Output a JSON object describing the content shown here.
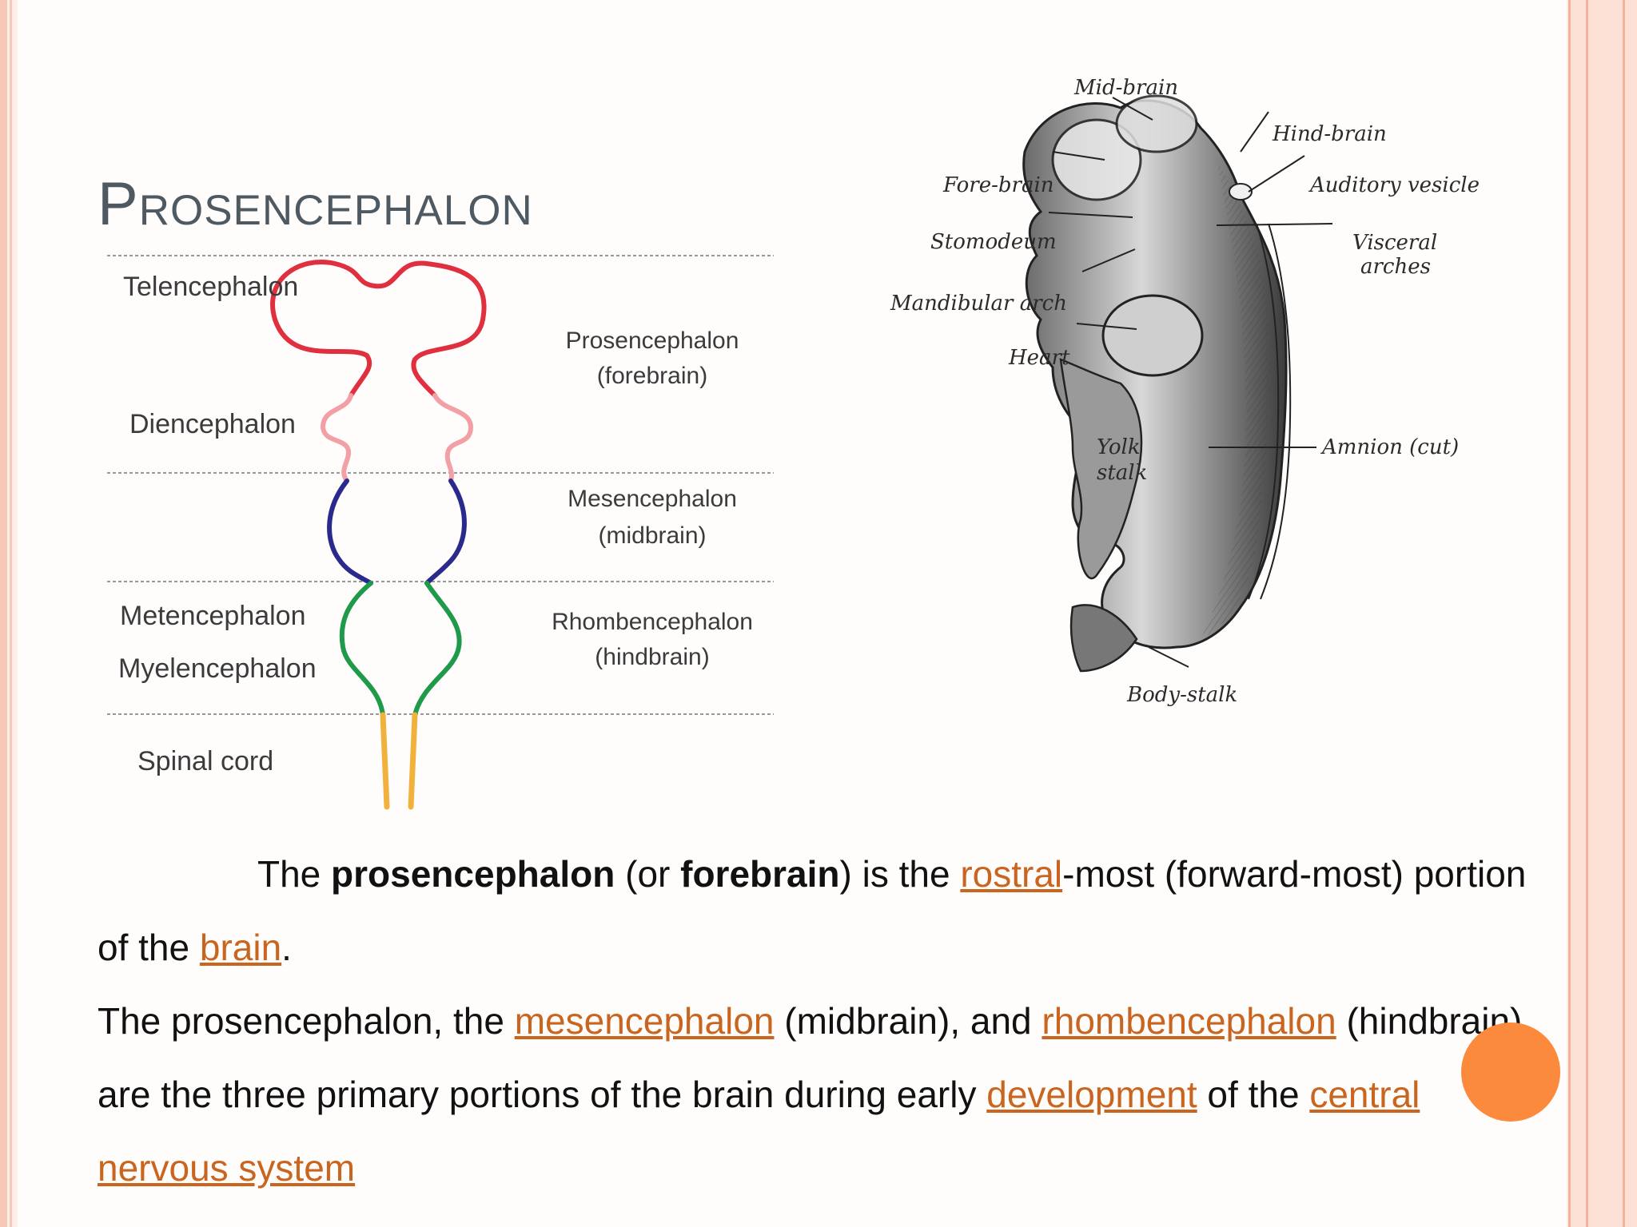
{
  "slide": {
    "title": "Prosencephalon",
    "accent_color": "#fb8a3c",
    "link_color": "#c9651e"
  },
  "diagram": {
    "left_labels": [
      "Telencephalon",
      "Diencephalon",
      "Metencephalon",
      "Myelencephalon",
      "Spinal cord"
    ],
    "right_labels": [
      {
        "name": "Prosencephalon",
        "sub": "(forebrain)"
      },
      {
        "name": "Mesencephalon",
        "sub": "(midbrain)"
      },
      {
        "name": "Rhombencephalon",
        "sub": "(hindbrain)"
      }
    ],
    "segment_colors": {
      "telencephalon": "#e0303f",
      "diencephalon": "#f2a0a6",
      "mesencephalon": "#2a2a8c",
      "rhombencephalon": "#1f9a4a",
      "spinal_cord": "#f0b23c"
    }
  },
  "embryo_labels": {
    "mid_brain": "Mid-brain",
    "hind_brain": "Hind-brain",
    "fore_brain": "Fore-brain",
    "auditory_vesicle": "Auditory vesicle",
    "stomodeum": "Stomodeum",
    "visceral_arches_1": "Visceral",
    "visceral_arches_2": "arches",
    "mandibular_arch": "Mandibular arch",
    "heart": "Heart",
    "yolk_1": "Yolk",
    "yolk_2": "stalk",
    "amnion": "Amnion (cut)",
    "body_stalk": "Body-stalk"
  },
  "paragraph1": {
    "t1": "The ",
    "b1": "prosencephalon",
    "t2": " (or ",
    "b2": "forebrain",
    "t3": ") is the ",
    "link1": "rostral",
    "t4": "-most (forward-most) portion of the ",
    "link2": "brain",
    "t5": "."
  },
  "paragraph2": {
    "t1": "The prosencephalon, the ",
    "link1": "mesencephalon",
    "t2": " (midbrain), and ",
    "link2": "rhombencephalon",
    "t3": " (hindbrain) are the three primary portions of the brain during early ",
    "link3": "development",
    "t4": " of the ",
    "link4": "central nervous system"
  }
}
